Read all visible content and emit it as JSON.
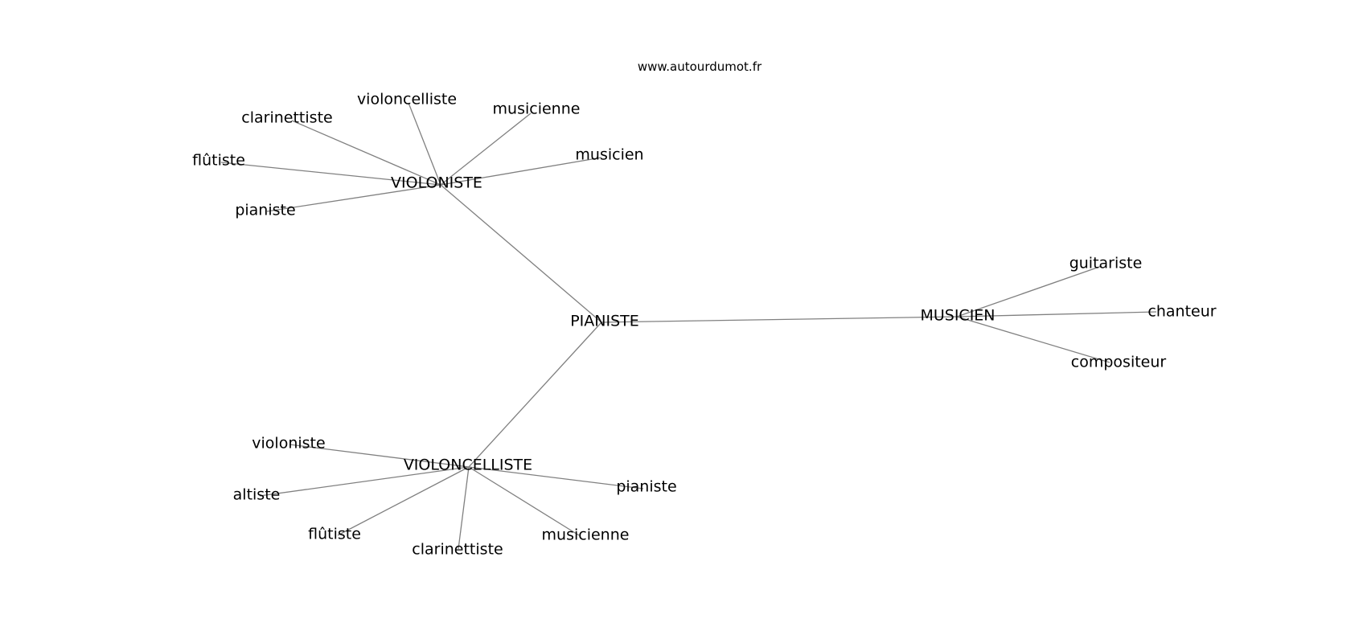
{
  "source": "www.autourdumot.fr",
  "graph": {
    "center": "PIANISTE",
    "hubs": [
      {
        "label": "VIOLONISTE",
        "leaves": [
          "violoncelliste",
          "clarinettiste",
          "flûtiste",
          "pianiste",
          "musicienne",
          "musicien"
        ]
      },
      {
        "label": "MUSICIEN",
        "leaves": [
          "guitariste",
          "chanteur",
          "compositeur"
        ]
      },
      {
        "label": "VIOLONCELLISTE",
        "leaves": [
          "violoniste",
          "altiste",
          "flûtiste",
          "clarinettiste",
          "musicienne",
          "pianiste"
        ]
      }
    ]
  }
}
